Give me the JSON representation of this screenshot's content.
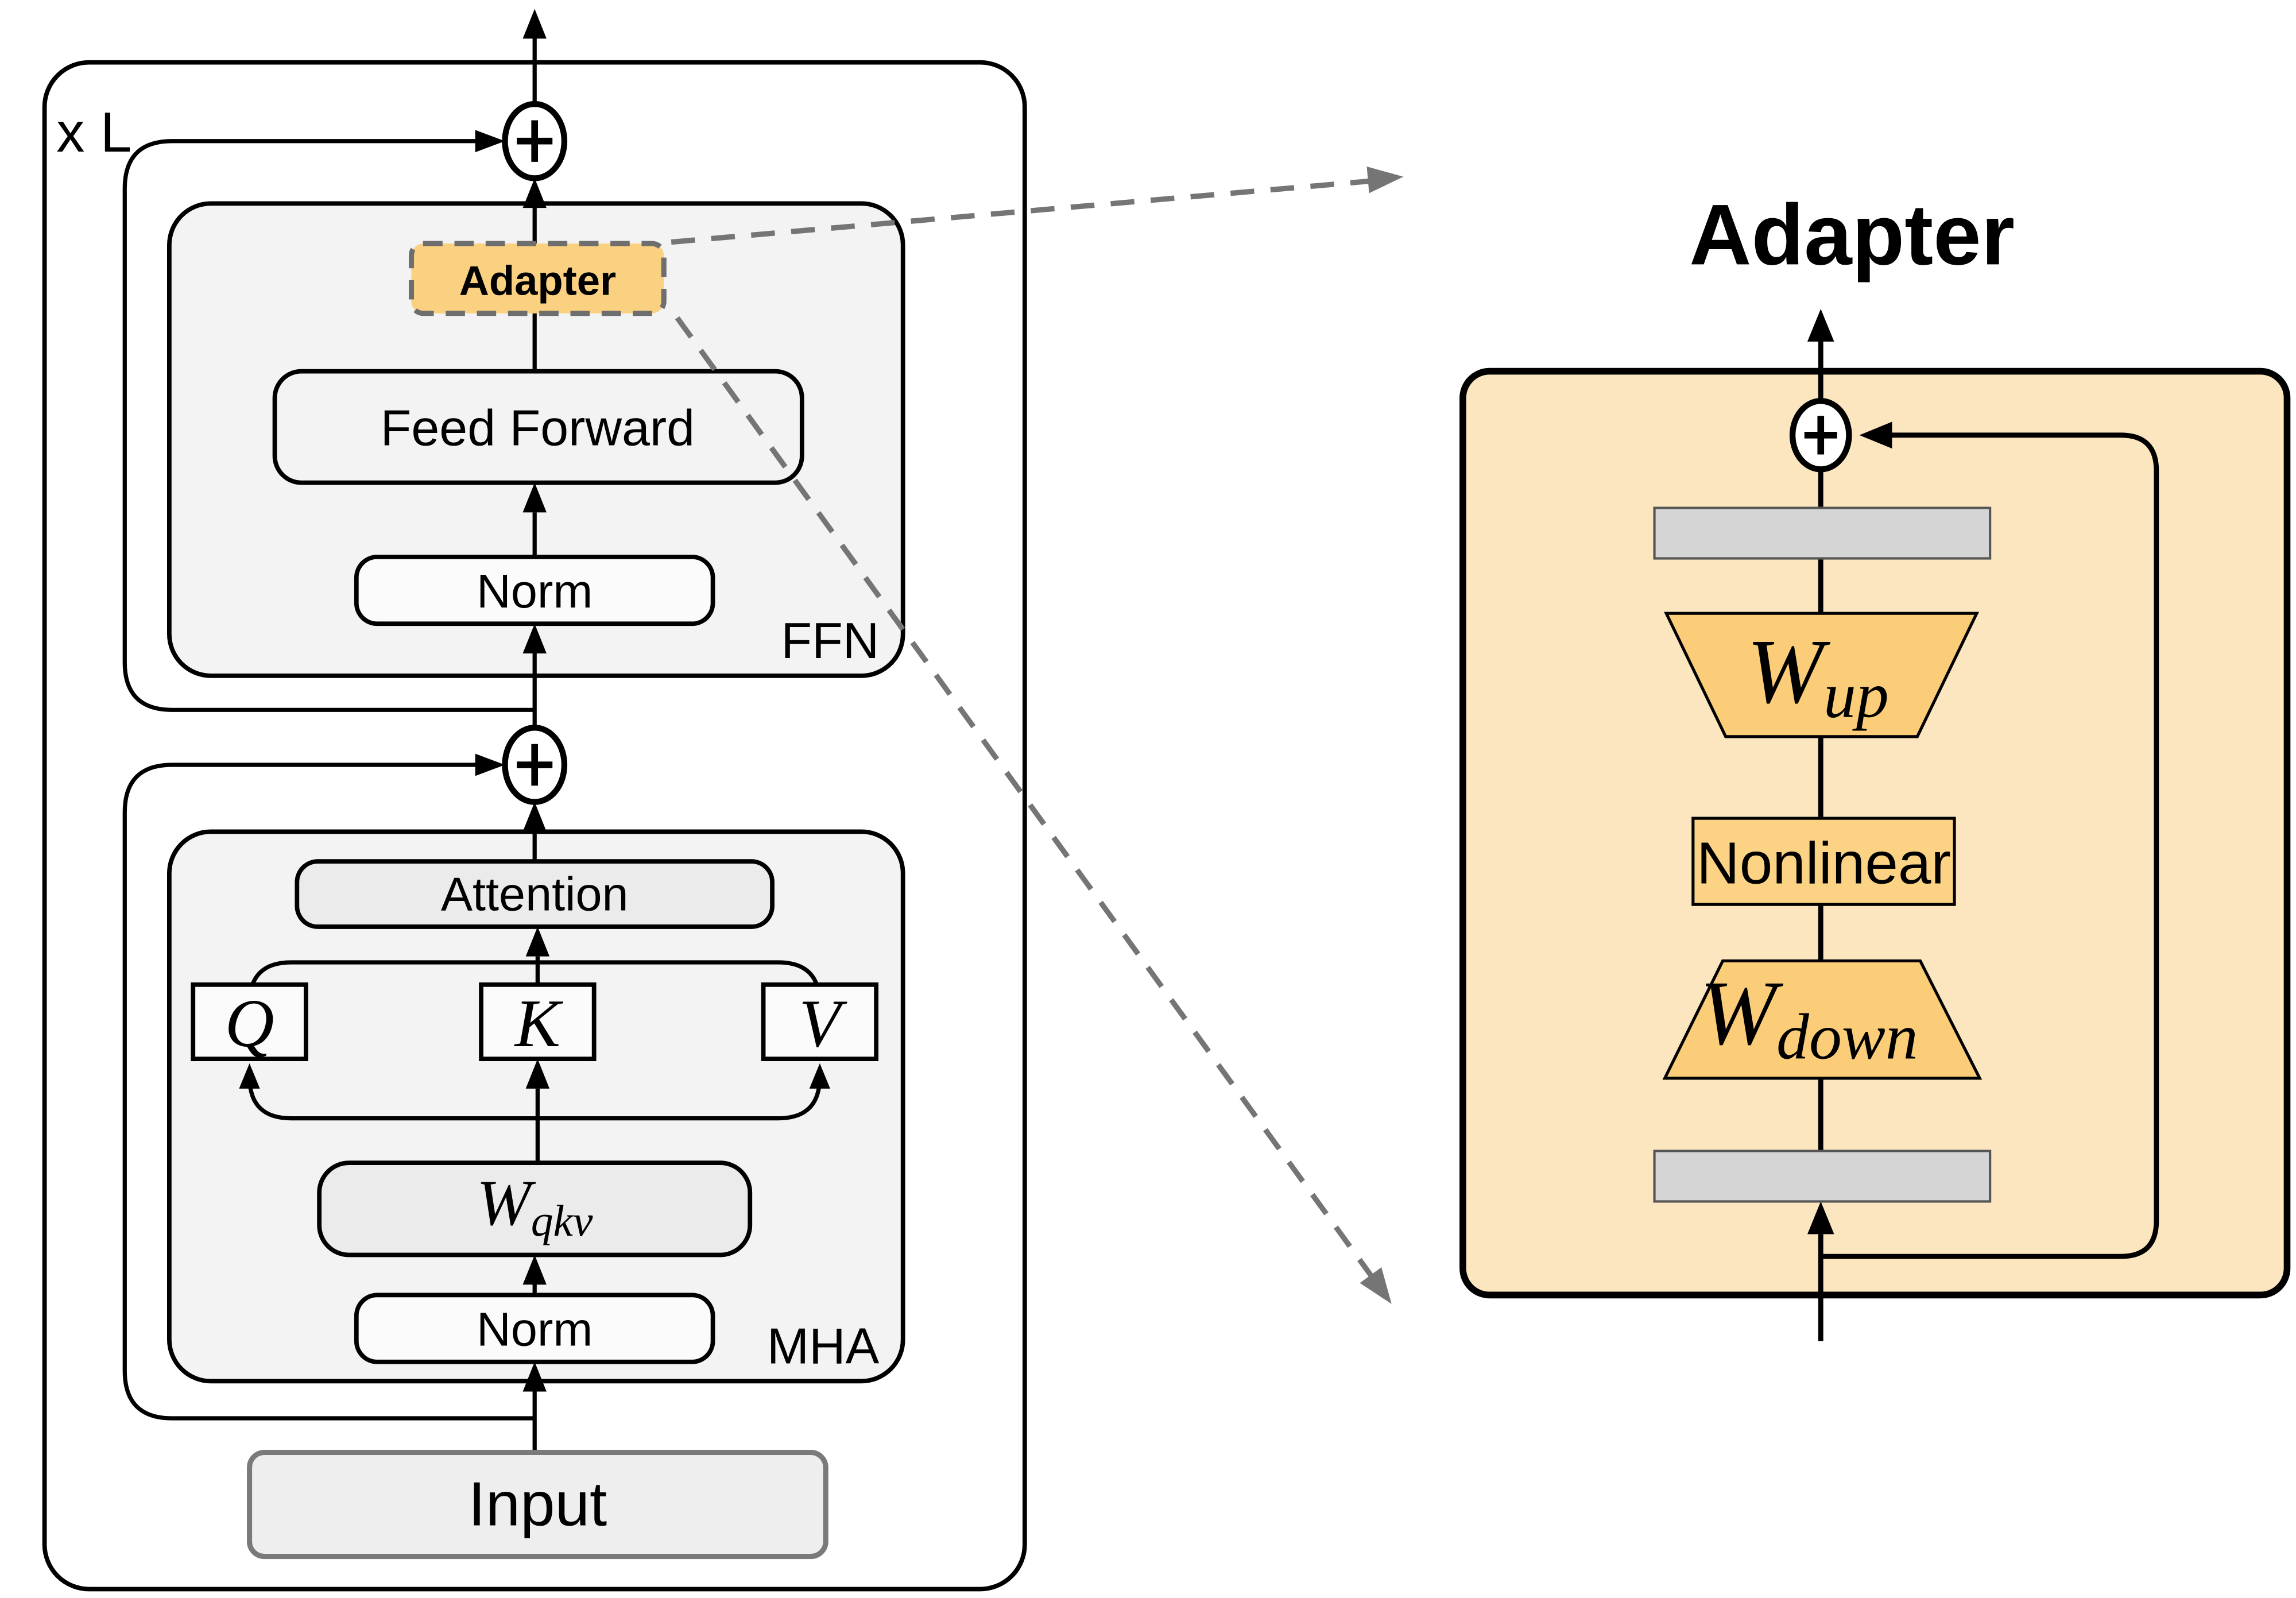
{
  "left": {
    "repeat_label": "x L",
    "ffn": {
      "label": "FFN",
      "adapter": "Adapter",
      "feed_forward": "Feed Forward",
      "norm": "Norm"
    },
    "mha": {
      "label": "MHA",
      "attention": "Attention",
      "q": "Q",
      "k": "K",
      "v": "V",
      "w_base": "W",
      "w_sub": "qkv",
      "norm": "Norm"
    },
    "input": "Input"
  },
  "right": {
    "title": "Adapter",
    "w_up_base": "W",
    "w_up_sub": "up",
    "nonlinear": "Nonlinear",
    "w_down_base": "W",
    "w_down_sub": "down"
  },
  "icons": {
    "sum_nodes": "plus-circle"
  },
  "colors": {
    "adapter_orange": "#F9D180",
    "adapter_panel": "#FBE6C0",
    "trapezoid_orange": "#FBCD79",
    "nonlinear_orange": "#FCD384",
    "gray_bar": "#D5D5D5",
    "block_gray": "#F3F3F3",
    "inner_gray": "#EBEBEB",
    "white_box": "#FBFBFB",
    "input_gray": "#EEEEEE",
    "dashed_gray": "#757575",
    "line_black": "#000000"
  }
}
